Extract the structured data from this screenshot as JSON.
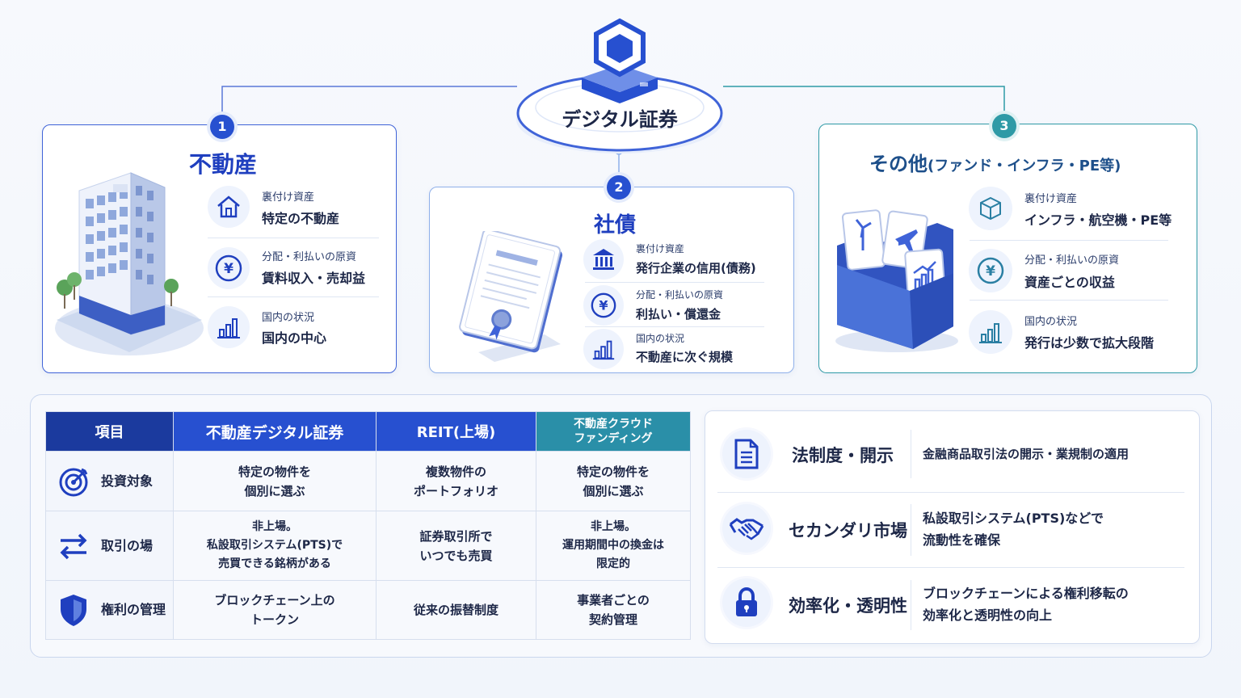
{
  "center": {
    "title": "デジタル証券"
  },
  "cards": [
    {
      "number": "1",
      "title": "不動産",
      "rows": [
        {
          "icon": "house-icon",
          "caption": "裏付け資産",
          "value": "特定の不動産"
        },
        {
          "icon": "yen-icon",
          "caption": "分配・利払いの原資",
          "value": "賃料収入・売却益"
        },
        {
          "icon": "bar-chart-icon",
          "caption": "国内の状況",
          "value": "国内の中心"
        }
      ]
    },
    {
      "number": "2",
      "title": "社債",
      "rows": [
        {
          "icon": "bank-icon",
          "caption": "裏付け資産",
          "value": "発行企業の信用(債務)"
        },
        {
          "icon": "yen-icon",
          "caption": "分配・利払いの原資",
          "value": "利払い・償還金"
        },
        {
          "icon": "bar-chart-icon",
          "caption": "国内の状況",
          "value": "不動産に次ぐ規模"
        }
      ]
    },
    {
      "number": "3",
      "title": "その他",
      "title_sub": "(ファンド・インフラ・PE等)",
      "rows": [
        {
          "icon": "cube-icon",
          "caption": "裏付け資産",
          "value": "インフラ・航空機・PE等"
        },
        {
          "icon": "yen-icon",
          "caption": "分配・利払いの原資",
          "value": "資産ごとの収益"
        },
        {
          "icon": "bar-chart-icon",
          "caption": "国内の状況",
          "value": "発行は少数で拡大段階"
        }
      ]
    }
  ],
  "table": {
    "headers": [
      "項目",
      "不動産デジタル証券",
      "REIT(上場)",
      "不動産クラウド\nファンディング"
    ],
    "header_colors": [
      "#1b3a9e",
      "#2750d0",
      "#2750d0",
      "#2a8fa8"
    ],
    "rows": [
      {
        "icon": "target-icon",
        "label": "投資対象",
        "cells": [
          "特定の物件を\n個別に選ぶ",
          "複数物件の\nポートフォリオ",
          "特定の物件を\n個別に選ぶ"
        ]
      },
      {
        "icon": "exchange-arrows-icon",
        "label": "取引の場",
        "cells": [
          "非上場。\n私設取引システム(PTS)で\n売買できる銘柄がある",
          "証券取引所で\nいつでも売買",
          "非上場。\n運用期間中の換金は\n限定的"
        ]
      },
      {
        "icon": "shield-icon",
        "label": "権利の管理",
        "cells": [
          "ブロックチェーン上の\nトークン",
          "従来の振替制度",
          "事業者ごとの\n契約管理"
        ]
      }
    ]
  },
  "features": [
    {
      "icon": "document-icon",
      "title": "法制度・開示",
      "desc": "金融商品取引法の開示・業規制の適用"
    },
    {
      "icon": "handshake-icon",
      "title": "セカンダリ市場",
      "desc": "私設取引システム(PTS)などで\n流動性を確保"
    },
    {
      "icon": "lock-icon",
      "title": "効率化・透明性",
      "desc": "ブロックチェーンによる権利移転の\n効率化と透明性の向上"
    }
  ],
  "colors": {
    "primary": "#2750d0",
    "navy": "#1b3a9e",
    "teal": "#2f9aa6"
  }
}
